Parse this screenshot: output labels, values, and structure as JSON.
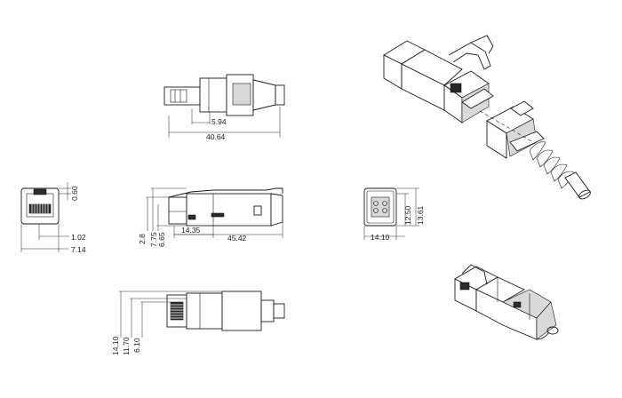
{
  "dimensions": {
    "top_view_width": "5.94",
    "top_view_length": "40.64",
    "front_height": "0.60",
    "front_pin_offset": "1.02",
    "front_width": "7.14",
    "side_height_1": "2.8",
    "side_height_2": "7.75",
    "side_height_3": "6.65",
    "side_body_length": "14.35",
    "side_total_length": "45.42",
    "rear_height_1": "12.50",
    "rear_height_2": "13.61",
    "rear_width": "14.10",
    "bottom_width_1": "14.10",
    "bottom_width_2": "11.70",
    "bottom_width_3": "6.10"
  }
}
